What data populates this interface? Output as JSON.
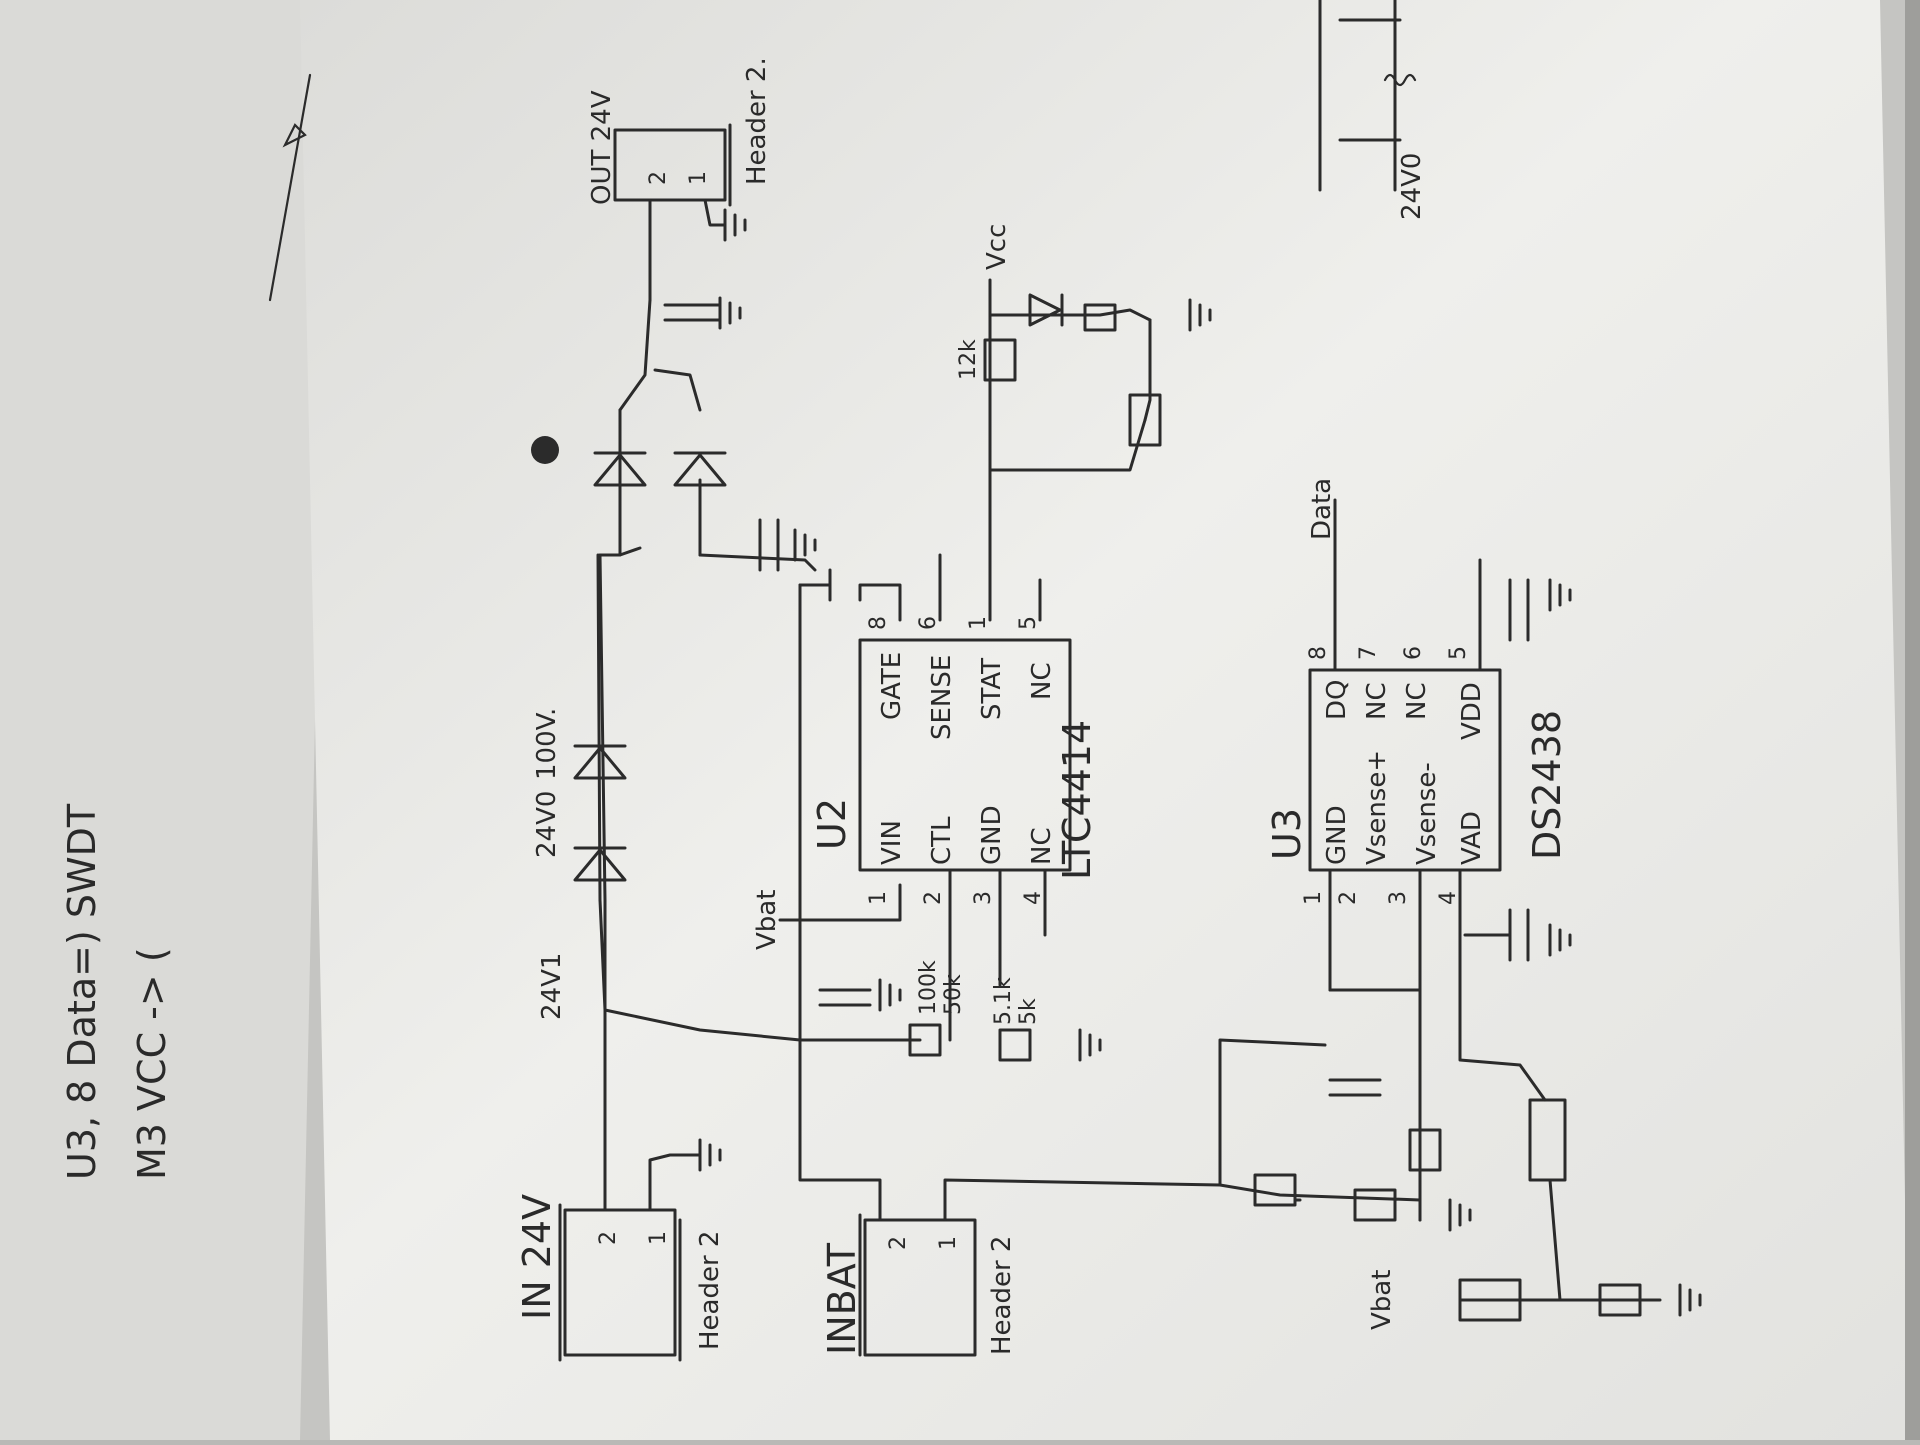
{
  "notes": {
    "line1": "U3, 8 Data=) SWDT",
    "line2": "M3 VCC -> ("
  },
  "connectors": {
    "in": {
      "name": "IN 24V",
      "pin2": "2",
      "pin1": "1",
      "type": "Header 2"
    },
    "bat": {
      "name": "INBAT",
      "pin2": "2",
      "pin1": "1",
      "type": "Header 2"
    },
    "out": {
      "name": "OUT 24V",
      "pin2": "2",
      "pin1": "1",
      "type": "Header 2."
    }
  },
  "parts": {
    "zener_in": "24V1",
    "zener_mid": "24V0",
    "diode_hv": "100V.",
    "vbat_label": "Vbat",
    "vbat_label2": "Vbat",
    "r_ctl_a": "100k",
    "r_ctl_b": "50k",
    "r_gnd_a": "5.1k",
    "r_gnd_b": "5k",
    "r_stat": "12k",
    "vcc_label": "Vcc",
    "data_label": "Data",
    "zener_top": "24V0"
  },
  "u2": {
    "ref": "U2",
    "part": "LTC4414",
    "left_pins": [
      {
        "num": "1",
        "name": "VIN"
      },
      {
        "num": "2",
        "name": "CTL"
      },
      {
        "num": "3",
        "name": "GND"
      },
      {
        "num": "4",
        "name": "NC"
      }
    ],
    "right_pins": [
      {
        "num": "8",
        "name": "GATE"
      },
      {
        "num": "6",
        "name": "SENSE"
      },
      {
        "num": "1",
        "name": "STAT"
      },
      {
        "num": "5",
        "name": "NC"
      }
    ]
  },
  "u3": {
    "ref": "U3",
    "part": "DS2438",
    "left_pins": [
      {
        "num": "1",
        "name": "GND"
      },
      {
        "num": "2",
        "name": "Vsense+"
      },
      {
        "num": "3",
        "name": "Vsense-"
      },
      {
        "num": "4",
        "name": "VAD"
      }
    ],
    "right_pins": [
      {
        "num": "8",
        "name": "DQ"
      },
      {
        "num": "7",
        "name": "NC"
      },
      {
        "num": "6",
        "name": "NC"
      },
      {
        "num": "5",
        "name": "VDD"
      }
    ]
  },
  "colors": {
    "ink": "#2b2b2b",
    "paper": "#efefec",
    "shadow": "#b9b9b6"
  }
}
